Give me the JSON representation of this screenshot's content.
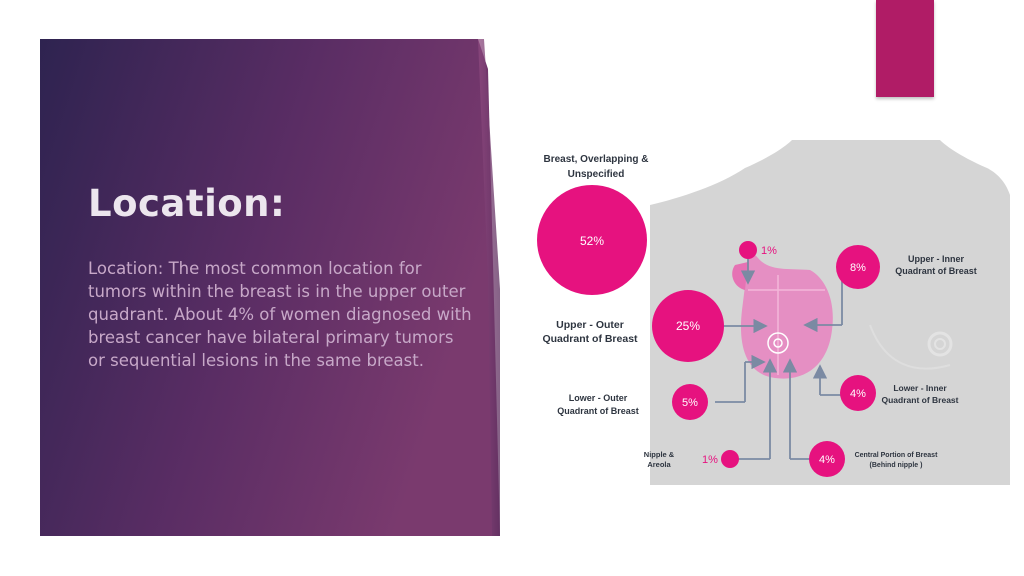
{
  "slide": {
    "title": "Location:",
    "body": "Location: The most common location for tumors within the breast is in the upper outer quadrant.  About 4% of women diagnosed with breast cancer have bilateral primary tumors or sequential lesions in the same breast."
  },
  "colors": {
    "panel_dark": "#2e2350",
    "panel_mid": "#5a2d64",
    "panel_light": "#7a3a6e",
    "accent": "#b01c66",
    "pink": "#e6127f",
    "pink_light": "#e58fc3",
    "silhouette": "#d5d5d5"
  },
  "infographic": {
    "regions": [
      {
        "label_lines": [
          "Breast, Overlapping &",
          "Unspecified"
        ],
        "value": "52%"
      },
      {
        "label_lines": [],
        "value": "1%"
      },
      {
        "label_lines": [
          "Upper - Inner",
          "Quadrant of Breast"
        ],
        "value": "8%"
      },
      {
        "label_lines": [
          "Upper - Outer",
          "Quadrant of Breast"
        ],
        "value": "25%"
      },
      {
        "label_lines": [
          "Lower - Outer",
          "Quadrant of Breast"
        ],
        "value": "5%"
      },
      {
        "label_lines": [
          "Lower - Inner",
          "Quadrant of Breast"
        ],
        "value": "4%"
      },
      {
        "label_lines": [
          "Nipple &",
          "Areola"
        ],
        "value": "1%"
      },
      {
        "label_lines": [
          "Central Portion of Breast",
          "(Behind nipple )"
        ],
        "value": "4%"
      }
    ]
  }
}
